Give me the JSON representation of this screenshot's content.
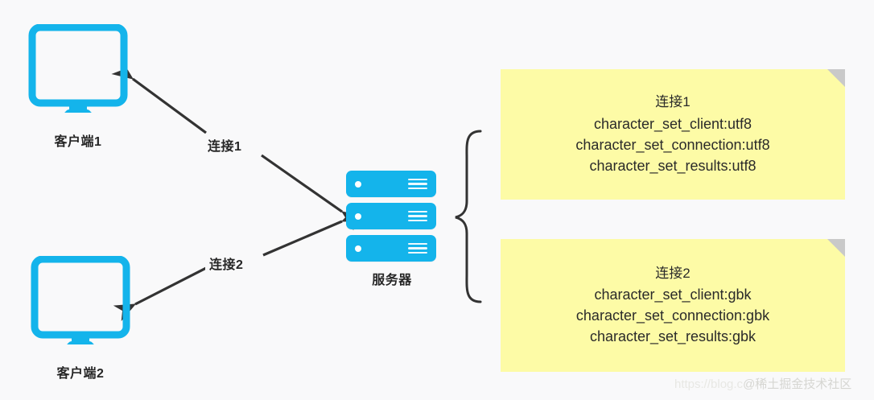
{
  "diagram": {
    "title": "MySQL character set per-connection diagram",
    "background_color": "#f9f9fa",
    "accent_color": "#14b4eb",
    "note_color": "#fdfba6",
    "note_fold_color": "#c9c9c9",
    "line_color": "#333333",
    "text_color": "#262626"
  },
  "nodes": {
    "client1": {
      "label": "客户端1",
      "icon": "monitor-icon"
    },
    "client2": {
      "label": "客户端2",
      "icon": "monitor-icon"
    },
    "server": {
      "label": "服务器",
      "icon": "server-stack-icon"
    }
  },
  "connections": [
    {
      "id": "conn1",
      "label": "连接1",
      "from": "client1",
      "to": "server",
      "arrows": "both"
    },
    {
      "id": "conn2",
      "label": "连接2",
      "from": "client2",
      "to": "server",
      "arrows": "both"
    }
  ],
  "brace": {
    "icon": "curly-brace-icon",
    "groups": 2
  },
  "notes": [
    {
      "id": "note1",
      "title": "连接1",
      "lines": [
        "character_set_client:utf8",
        "character_set_connection:utf8",
        "character_set_results:utf8"
      ]
    },
    {
      "id": "note2",
      "title": "连接2",
      "lines": [
        "character_set_client:gbk",
        "character_set_connection:gbk",
        "character_set_results:gbk"
      ]
    }
  ],
  "watermark": {
    "url": "https://blog.c",
    "name": "@稀土掘金技术社区"
  }
}
